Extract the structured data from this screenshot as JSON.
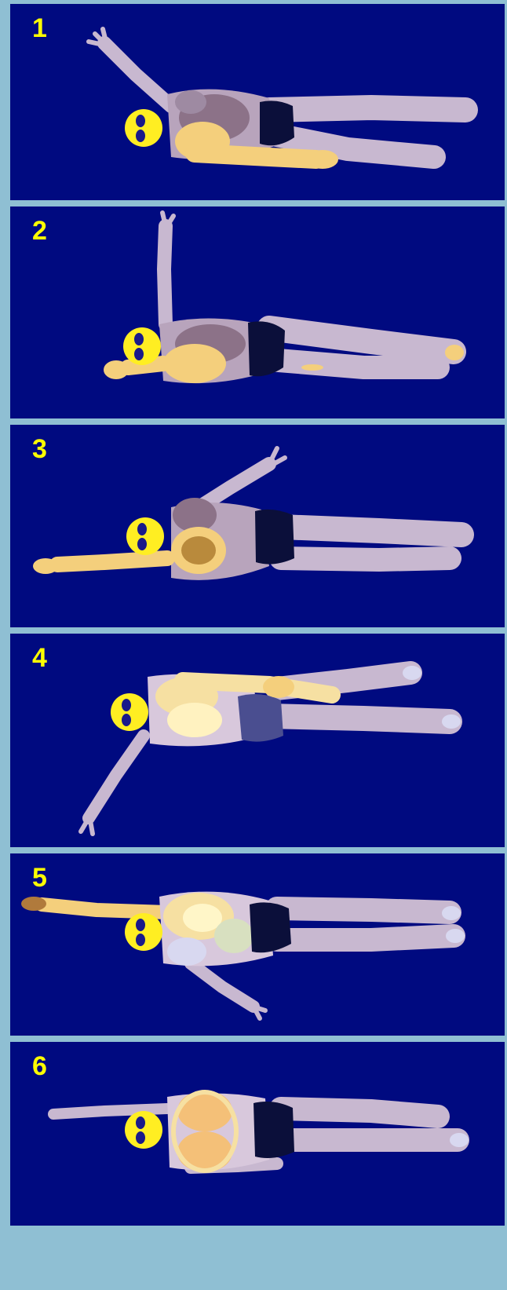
{
  "panels": [
    {
      "label": "1"
    },
    {
      "label": "2"
    },
    {
      "label": "3"
    },
    {
      "label": "4"
    },
    {
      "label": "5"
    },
    {
      "label": "6"
    }
  ],
  "colors": {
    "background": "#000a80",
    "frame": "#8fbfd3",
    "label": "#ffff00",
    "head": "#ffee22",
    "goggles": "#1a1a8a",
    "body": "#c8b8d0",
    "torso": "#8c7288",
    "shorts": "#0b0f3a",
    "skin": "#f4cf7c"
  }
}
